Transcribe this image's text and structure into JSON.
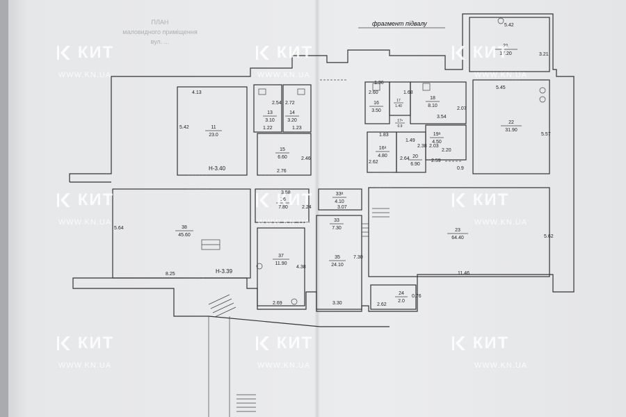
{
  "document": {
    "header_lines": [
      "ПЛАН",
      "маловидного приміщення",
      "вул. ..."
    ],
    "fragment_label": "фрагмент підвалу"
  },
  "rooms": [
    {
      "id": "r21",
      "number": "21",
      "area": "17.20"
    },
    {
      "id": "r22",
      "number": "22",
      "area": "31.90"
    },
    {
      "id": "r23",
      "number": "23",
      "area": "64.40"
    },
    {
      "id": "r24",
      "number": "24",
      "area": "2.0"
    },
    {
      "id": "r11",
      "number": "11",
      "area": "23.0"
    },
    {
      "id": "r13",
      "number": "13",
      "area": "3.10"
    },
    {
      "id": "r14",
      "number": "14",
      "area": "3.20"
    },
    {
      "id": "r15",
      "number": "15",
      "area": "6.60"
    },
    {
      "id": "r16",
      "number": "16",
      "area": "3.50"
    },
    {
      "id": "r16a",
      "number": "16ᵃ",
      "area": "4.80"
    },
    {
      "id": "r17",
      "number": "17",
      "area": "1.40"
    },
    {
      "id": "r17a",
      "number": "17ᵃ",
      "area": "0.9"
    },
    {
      "id": "r18",
      "number": "18",
      "area": "8.10"
    },
    {
      "id": "r19a",
      "number": "19ᵃ",
      "area": "4.50"
    },
    {
      "id": "r20",
      "number": "20",
      "area": "6.90"
    },
    {
      "id": "r33a",
      "number": "33ᵃ",
      "area": "4.10"
    },
    {
      "id": "r33",
      "number": "33",
      "area": "7.30"
    },
    {
      "id": "r35",
      "number": "35",
      "area": "24.10"
    },
    {
      "id": "r36",
      "number": "36",
      "area": "7.80"
    },
    {
      "id": "r37",
      "number": "37",
      "area": "11.90"
    },
    {
      "id": "r38",
      "number": "38",
      "area": "45.60"
    }
  ],
  "dimensions": [
    "5.42",
    "3.21",
    "5.45",
    "5.57",
    "4.13",
    "5.42",
    "2.54",
    "2.72",
    "1.22",
    "1.23",
    "2.46",
    "2.76",
    "1.36",
    "2.60",
    "1.68",
    "2.07",
    "3.54",
    "1.83",
    "1.49",
    "2.38",
    "2.03",
    "2.20",
    "2.62",
    "2.64",
    "2.59",
    "0.9",
    "3.58",
    "3.07",
    "2.24",
    "5.64",
    "8.25",
    "4.38",
    "2.69",
    "7.30",
    "3.30",
    "11.46",
    "5.62",
    "2.62",
    "0.76"
  ],
  "levels": {
    "upper": "Н-3.40",
    "lower": "Н-3.39"
  },
  "watermark": {
    "brand": "КИТ",
    "url": "WWW.KN.UA"
  }
}
